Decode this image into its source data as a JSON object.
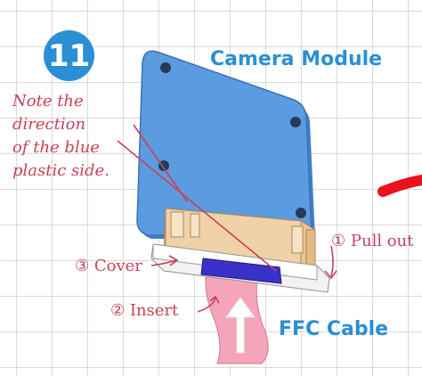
{
  "step_number": "11",
  "labels": {
    "camera_module": "Camera Module",
    "ffc_cable": "FFC Cable",
    "note_lines": [
      "Note the",
      "direction",
      "of the blue",
      "plastic side."
    ],
    "pull_out": "① Pull out",
    "cover": "③ Cover",
    "insert": "② Insert"
  },
  "colors": {
    "board": "#5b9be0",
    "badge": "#2a8fd4",
    "annotation": "#c74258",
    "cable": "#f4a5bb",
    "connector_body": "#f0d2a8",
    "blue_plastic": "#3a32c8",
    "red_stroke": "#e8131d"
  }
}
